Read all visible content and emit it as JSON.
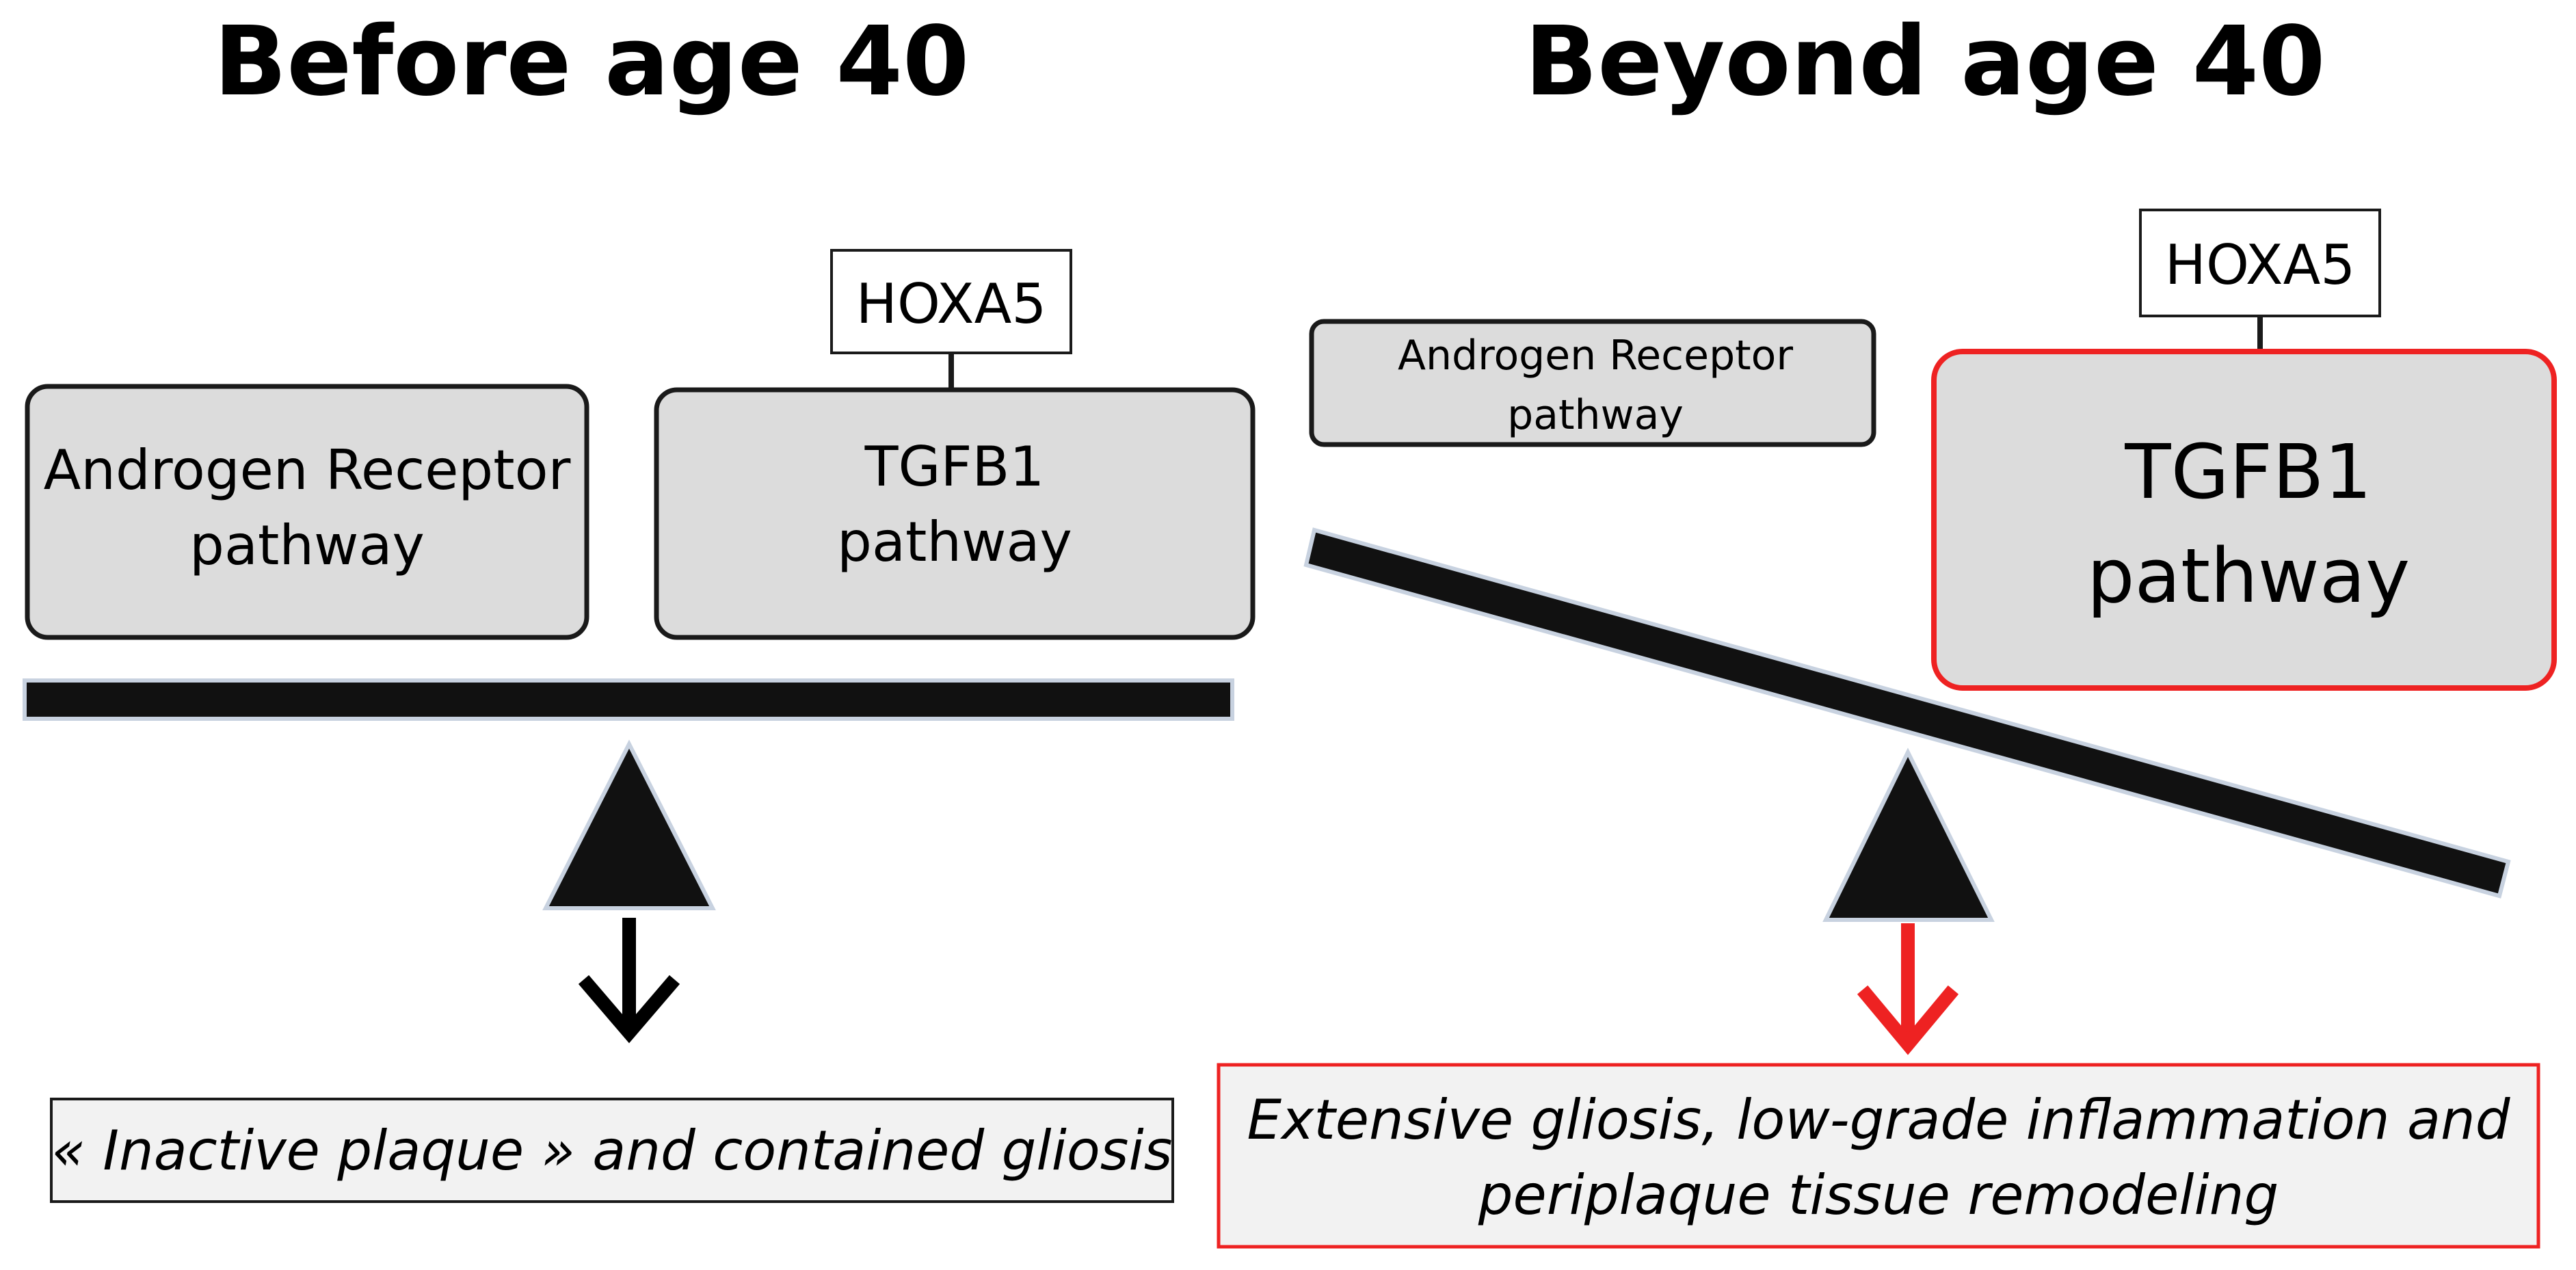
{
  "left_panel": {
    "heading": "Before age 40",
    "androgen_box": {
      "line1": "Androgen Receptor",
      "line2": "pathway"
    },
    "hoxa5_label": "HOXA5",
    "tgfb1_box": {
      "line1": "TGFB1",
      "line2": "pathway"
    },
    "outcome": "« Inactive plaque » and contained gliosis"
  },
  "right_panel": {
    "heading": "Beyond age 40",
    "androgen_box": {
      "line1": "Androgen Receptor",
      "line2": "pathway"
    },
    "hoxa5_label": "HOXA5",
    "tgfb1_box": {
      "line1": "TGFB1",
      "line2": "pathway"
    },
    "outcome": {
      "line1": "Extensive gliosis, low-grade inflammation and",
      "line2": "periplaque tissue remodeling"
    }
  },
  "colors": {
    "box_fill": "#dcdcdc",
    "box_stroke": "#1a1a1a",
    "highlight": "#ee2222",
    "beam": "#111111",
    "fulcrum": "#111111",
    "outcome_fill": "#f2f2f2"
  }
}
